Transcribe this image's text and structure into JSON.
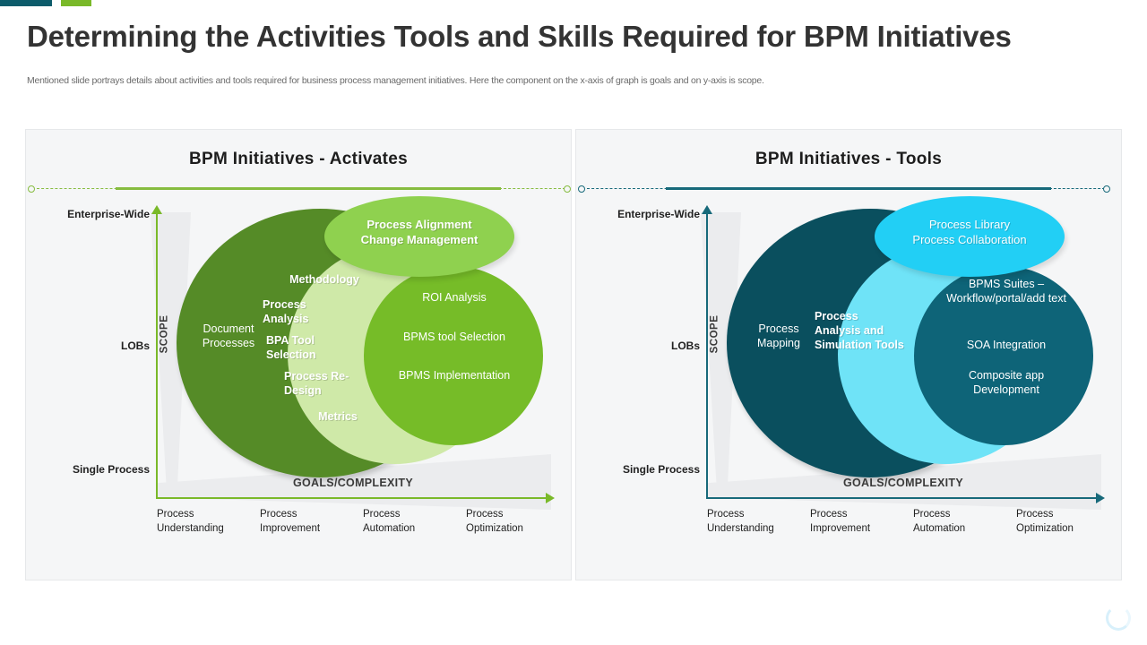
{
  "header": {
    "title": "Determining the Activities Tools and Skills Required for BPM Initiatives",
    "subtitle": "Mentioned slide portrays details about activities and tools required for business process management initiatives. Here the component on the x-axis  of graph is goals and on y-axis  is scope."
  },
  "theme": {
    "accent_teal": "#0d5c6b",
    "accent_green": "#7ab929",
    "panel_bg": "#f5f6f7",
    "green_dark": "#558b27",
    "green_light": "#cfe9a8",
    "green_mid": "#76bc28",
    "green_ellipse": "#8fd14f",
    "blue_dark": "#0a4f5e",
    "blue_light": "#6fe3f7",
    "blue_mid": "#0e6478",
    "blue_ellipse": "#22cff5"
  },
  "chart_data": [
    {
      "type": "scatter",
      "title": "BPM Initiatives  - Activates",
      "xlabel": "GOALS/COMPLEXITY",
      "ylabel": "SCOPE",
      "yticks": [
        "Enterprise-Wide",
        "LOBs",
        "Single Process"
      ],
      "xticks": [
        "Process\nUnderstanding",
        "Process\nImprovement",
        "Process\nAutomation",
        "Process\nOptimization"
      ],
      "xtick_lines": [
        [
          "Process",
          "Understanding"
        ],
        [
          "Process",
          "Improvement"
        ],
        [
          "Process",
          "Automation"
        ],
        [
          "Process",
          "Optimization"
        ]
      ],
      "grid": false,
      "legend": "none",
      "regions": [
        {
          "name": "outer",
          "color": "#558b27",
          "labels": [
            "Document Processes"
          ]
        },
        {
          "name": "middle",
          "color": "#cfe9a8",
          "labels": [
            "Methodology",
            "Process Analysis",
            "BPA Tool Selection",
            "Process Re-Design",
            "Metrics"
          ]
        },
        {
          "name": "inner",
          "color": "#76bc28",
          "labels": [
            "ROI Analysis",
            "BPMS tool Selection",
            "BPMS Implementation"
          ]
        },
        {
          "name": "top-ellipse",
          "color": "#8fd14f",
          "labels": [
            "Process Alignment",
            "Change Management"
          ]
        }
      ],
      "items": [
        {
          "id": "l-document-processes",
          "text": "Document\nProcesses",
          "region": "outer",
          "style": "plain"
        },
        {
          "id": "l-methodology",
          "text": "Methodology",
          "region": "middle",
          "style": "emboss"
        },
        {
          "id": "l-process-analysis",
          "text": "Process\nAnalysis",
          "region": "middle",
          "style": "emboss"
        },
        {
          "id": "l-bpa-tool-selection",
          "text": "BPA Tool\nSelection",
          "region": "middle",
          "style": "emboss"
        },
        {
          "id": "l-process-redesign",
          "text": "Process Re-\nDesign",
          "region": "middle",
          "style": "emboss"
        },
        {
          "id": "l-metrics",
          "text": "Metrics",
          "region": "middle",
          "style": "emboss"
        },
        {
          "id": "l-roi-analysis",
          "text": "ROI Analysis",
          "region": "inner",
          "style": "plain"
        },
        {
          "id": "l-bpms-tool-selection",
          "text": "BPMS tool Selection",
          "region": "inner",
          "style": "plain"
        },
        {
          "id": "l-bpms-implementation",
          "text": "BPMS Implementation",
          "region": "inner",
          "style": "plain"
        },
        {
          "id": "l-alignment",
          "text": "Process Alignment\nChange Management",
          "region": "top-ellipse",
          "style": "emboss"
        }
      ]
    },
    {
      "type": "scatter",
      "title": "BPM Initiatives  - Tools",
      "xlabel": "GOALS/COMPLEXITY",
      "ylabel": "SCOPE",
      "yticks": [
        "Enterprise-Wide",
        "LOBs",
        "Single Process"
      ],
      "xticks": [
        "Process\nUnderstanding",
        "Process\nImprovement",
        "Process\nAutomation",
        "Process\nOptimization"
      ],
      "xtick_lines": [
        [
          "Process",
          "Understanding"
        ],
        [
          "Process",
          "Improvement"
        ],
        [
          "Process",
          "Automation"
        ],
        [
          "Process",
          "Optimization"
        ]
      ],
      "grid": false,
      "legend": "none",
      "regions": [
        {
          "name": "outer",
          "color": "#0a4f5e",
          "labels": [
            "Process Mapping"
          ]
        },
        {
          "name": "middle",
          "color": "#6fe3f7",
          "labels": [
            "Process Analysis and Simulation Tools"
          ]
        },
        {
          "name": "inner",
          "color": "#0e6478",
          "labels": [
            "BPMS Suites – Workflow/portal/add  text",
            "SOA Integration",
            "Composite app Development"
          ]
        },
        {
          "name": "top-ellipse",
          "color": "#22cff5",
          "labels": [
            "Process Library",
            "Process Collaboration"
          ]
        }
      ],
      "items": [
        {
          "id": "r-process-mapping",
          "text": "Process\nMapping",
          "region": "outer",
          "style": "plain"
        },
        {
          "id": "r-analysis-simulation",
          "text": "Process\nAnalysis and\nSimulation Tools",
          "region": "middle",
          "style": "emboss"
        },
        {
          "id": "r-bpms-suites",
          "text": "BPMS Suites –\nWorkflow/portal/add  text",
          "region": "inner",
          "style": "plain"
        },
        {
          "id": "r-soa-integration",
          "text": "SOA Integration",
          "region": "inner",
          "style": "plain"
        },
        {
          "id": "r-composite-app",
          "text": "Composite  app\nDevelopment",
          "region": "inner",
          "style": "plain"
        },
        {
          "id": "r-process-library",
          "text": "Process Library\nProcess Collaboration",
          "region": "top-ellipse",
          "style": "emboss"
        }
      ]
    }
  ],
  "left": {
    "title": "BPM Initiatives  - Activates",
    "y_top": "Enterprise-Wide",
    "y_mid": "LOBs",
    "y_bottom": "Single Process",
    "y_axis_title": "SCOPE",
    "x_axis_title": "GOALS/COMPLEXITY",
    "x1a": "Process",
    "x1b": "Understanding",
    "x2a": "Process",
    "x2b": "Improvement",
    "x3a": "Process",
    "x3b": "Automation",
    "x4a": "Process",
    "x4b": "Optimization",
    "t_document": "Document\nProcesses",
    "t_methodology": "Methodology",
    "t_analysis": "Process\nAnalysis",
    "t_bpa": "BPA Tool\nSelection",
    "t_redesign": "Process Re-\nDesign",
    "t_metrics": "Metrics",
    "t_roi": "ROI Analysis",
    "t_bpms_tool": "BPMS tool Selection",
    "t_bpms_impl": "BPMS Implementation",
    "t_ellipse": "Process Alignment\nChange Management"
  },
  "right": {
    "title": "BPM Initiatives  - Tools",
    "y_top": "Enterprise-Wide",
    "y_mid": "LOBs",
    "y_bottom": "Single Process",
    "y_axis_title": "SCOPE",
    "x_axis_title": "GOALS/COMPLEXITY",
    "x1a": "Process",
    "x1b": "Understanding",
    "x2a": "Process",
    "x2b": "Improvement",
    "x3a": "Process",
    "x3b": "Automation",
    "x4a": "Process",
    "x4b": "Optimization",
    "t_mapping": "Process\nMapping",
    "t_simulation": "Process\nAnalysis and\nSimulation Tools",
    "t_suites": "BPMS Suites –\nWorkflow/portal/add  text",
    "t_soa": "SOA Integration",
    "t_composite": "Composite  app\nDevelopment",
    "t_ellipse": "Process Library\nProcess Collaboration"
  },
  "status": {
    "spinner": "loading-spinner"
  }
}
